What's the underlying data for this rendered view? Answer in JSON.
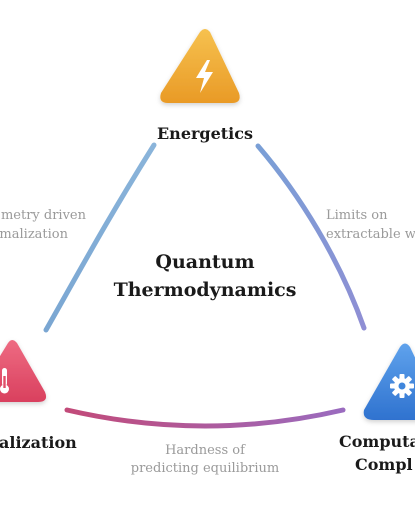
{
  "center": {
    "line1": "Quantum",
    "line2": "Thermodynamics"
  },
  "nodes": {
    "top": {
      "label": "Energetics",
      "icon": "lightning-bolt-icon",
      "color": "#f0a830"
    },
    "left": {
      "label": "alization",
      "icon": "thermometer-icon",
      "color": "#e0506a"
    },
    "right": {
      "line1": "Computa",
      "line2": "Compl",
      "icon": "gear-icon",
      "color": "#3f86dc"
    }
  },
  "edges": {
    "left": {
      "line1": "metry driven",
      "line2": "malization"
    },
    "right": {
      "line1": "Limits on",
      "line2": "extractable w"
    },
    "bottom": {
      "line1": "Hardness of",
      "line2": "predicting equilibrium"
    }
  }
}
